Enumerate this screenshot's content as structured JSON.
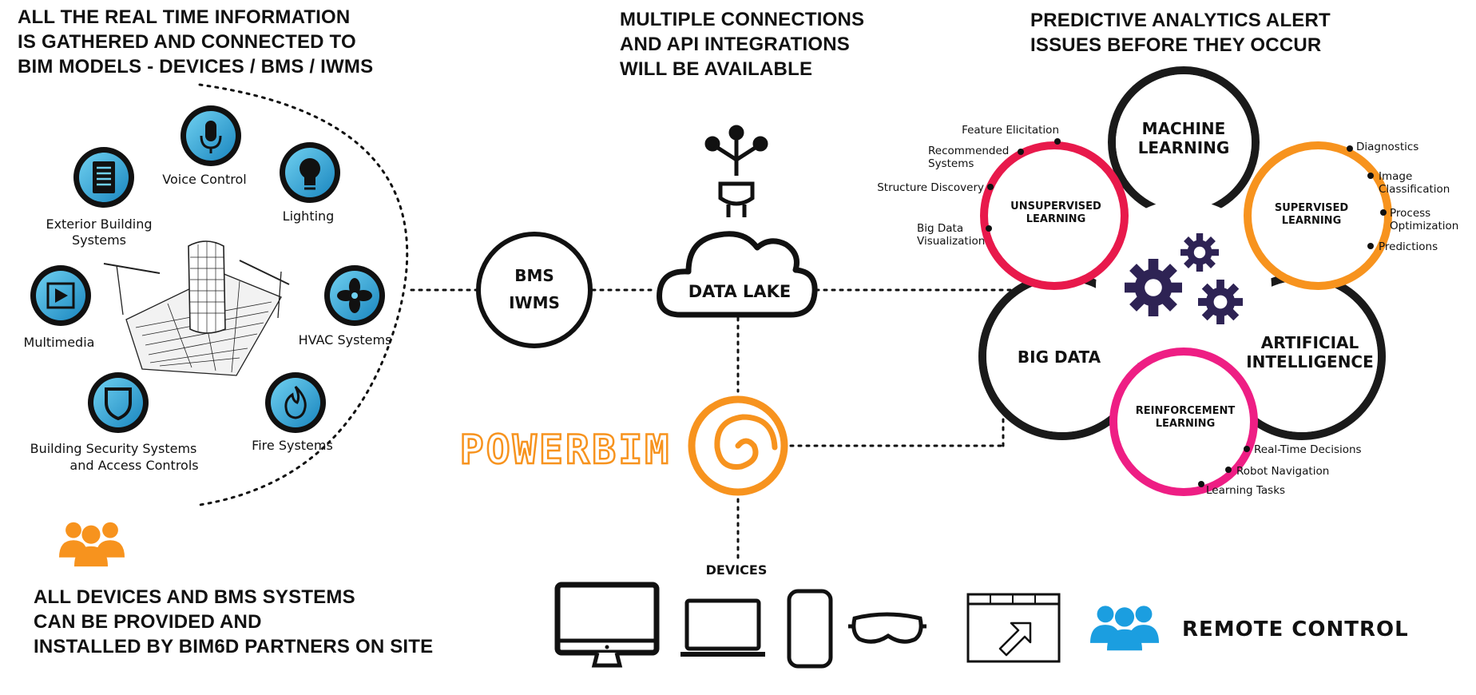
{
  "headings": {
    "left": [
      "ALL THE REAL TIME INFORMATION",
      "IS GATHERED AND CONNECTED TO",
      "BIM MODELS - DEVICES / BMS / IWMS"
    ],
    "middle": [
      "MULTIPLE CONNECTIONS",
      "AND API INTEGRATIONS",
      "WILL BE AVAILABLE"
    ],
    "right": [
      "PREDICTIVE ANALYTICS ALERT",
      "ISSUES BEFORE THEY OCCUR"
    ],
    "bottom_left": [
      "ALL DEVICES AND BMS SYSTEMS",
      "CAN BE PROVIDED AND",
      "INSTALLED BY BIM6D PARTNERS ON SITE"
    ]
  },
  "building_systems": {
    "voice": "Voice Control",
    "exterior": [
      "Exterior Building",
      "Systems"
    ],
    "lighting": "Lighting",
    "multimedia": "Multimedia",
    "hvac": "HVAC Systems",
    "security": [
      "Building Security Systems",
      "and Access Controls"
    ],
    "fire": "Fire Systems"
  },
  "center": {
    "bms": [
      "BMS",
      "IWMS"
    ],
    "data_lake": "DATA LAKE",
    "brand": "POWERBIM",
    "devices_label": "DEVICES",
    "remote_control": "REMOTE CONTROL"
  },
  "analytics": {
    "machine_learning": [
      "MACHINE",
      "LEARNING"
    ],
    "big_data": "BIG DATA",
    "artificial_intelligence": [
      "ARTIFICIAL",
      "INTELLIGENCE"
    ],
    "unsupervised": {
      "title": [
        "UNSUPERVISED",
        "LEARNING"
      ],
      "items": [
        "Feature Elicitation",
        "Recommended",
        "Systems",
        "Structure Discovery",
        "Big Data",
        "Visualization"
      ]
    },
    "supervised": {
      "title": [
        "SUPERVISED",
        "LEARNING"
      ],
      "items": [
        "Diagnostics",
        "Image",
        "Classification",
        "Process",
        "Optimization",
        "Predictions"
      ]
    },
    "reinforcement": {
      "title": [
        "REINFORCEMENT",
        "LEARNING"
      ],
      "items": [
        "Real-Time Decisions",
        "Robot Navigation",
        "Learning Tasks"
      ]
    }
  },
  "colors": {
    "brand_orange": "#f7931e",
    "icon_blue": "#29a3d6",
    "crimson": "#e8194b",
    "pink": "#ee1e84",
    "gear_purple": "#2e2354",
    "people_blue": "#1b9ee0"
  }
}
